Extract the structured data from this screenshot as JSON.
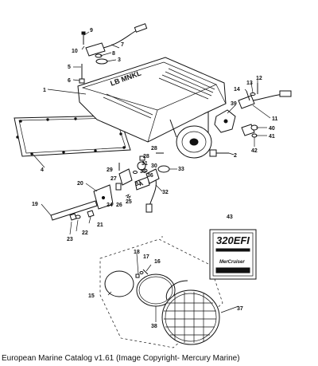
{
  "figure": {
    "caption": "European Marine Catalog v1.61 (Image Copyright- Mercury Marine)",
    "callouts": {
      "c1": "1",
      "c2": "2",
      "c3": "3",
      "c4": "4",
      "c5": "5",
      "c6": "6",
      "c7": "7",
      "c8": "8",
      "c9": "9",
      "c10": "10",
      "c11": "11",
      "c12": "12",
      "c13": "13",
      "c14": "14",
      "c15": "15",
      "c16": "16",
      "c17": "17",
      "c18": "18",
      "c19": "19",
      "c20": "20",
      "c21": "21",
      "c22": "22",
      "c23": "23",
      "c24": "24",
      "c25": "25",
      "c26": "26",
      "c27": "27",
      "c28a": "28",
      "c28b": "28",
      "c29": "29",
      "c30": "30",
      "c31": "31",
      "c32": "32",
      "c33": "33",
      "c34": "34",
      "c35": "35",
      "c36": "36",
      "c37": "37",
      "c38": "38",
      "c39": "39",
      "c40": "40",
      "c41": "41",
      "c42": "42",
      "c43": "43"
    },
    "plenum_lettering": "LB MNKL",
    "badge": {
      "model": "320EFI",
      "brand": "MerCruiser"
    }
  }
}
